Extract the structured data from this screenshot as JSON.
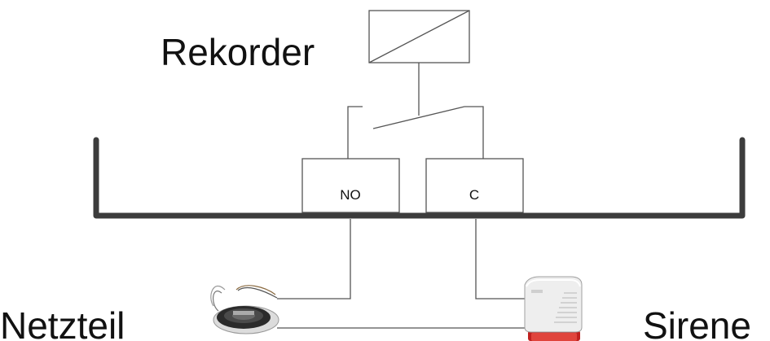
{
  "labels": {
    "recorder": "Rekorder",
    "power_supply": "Netzteil",
    "siren": "Sirene"
  },
  "terminals": {
    "no": "NO",
    "c": "C"
  },
  "colors": {
    "line": "#555555",
    "rail": "#3c3c3c",
    "siren_red": "#c0211f"
  }
}
